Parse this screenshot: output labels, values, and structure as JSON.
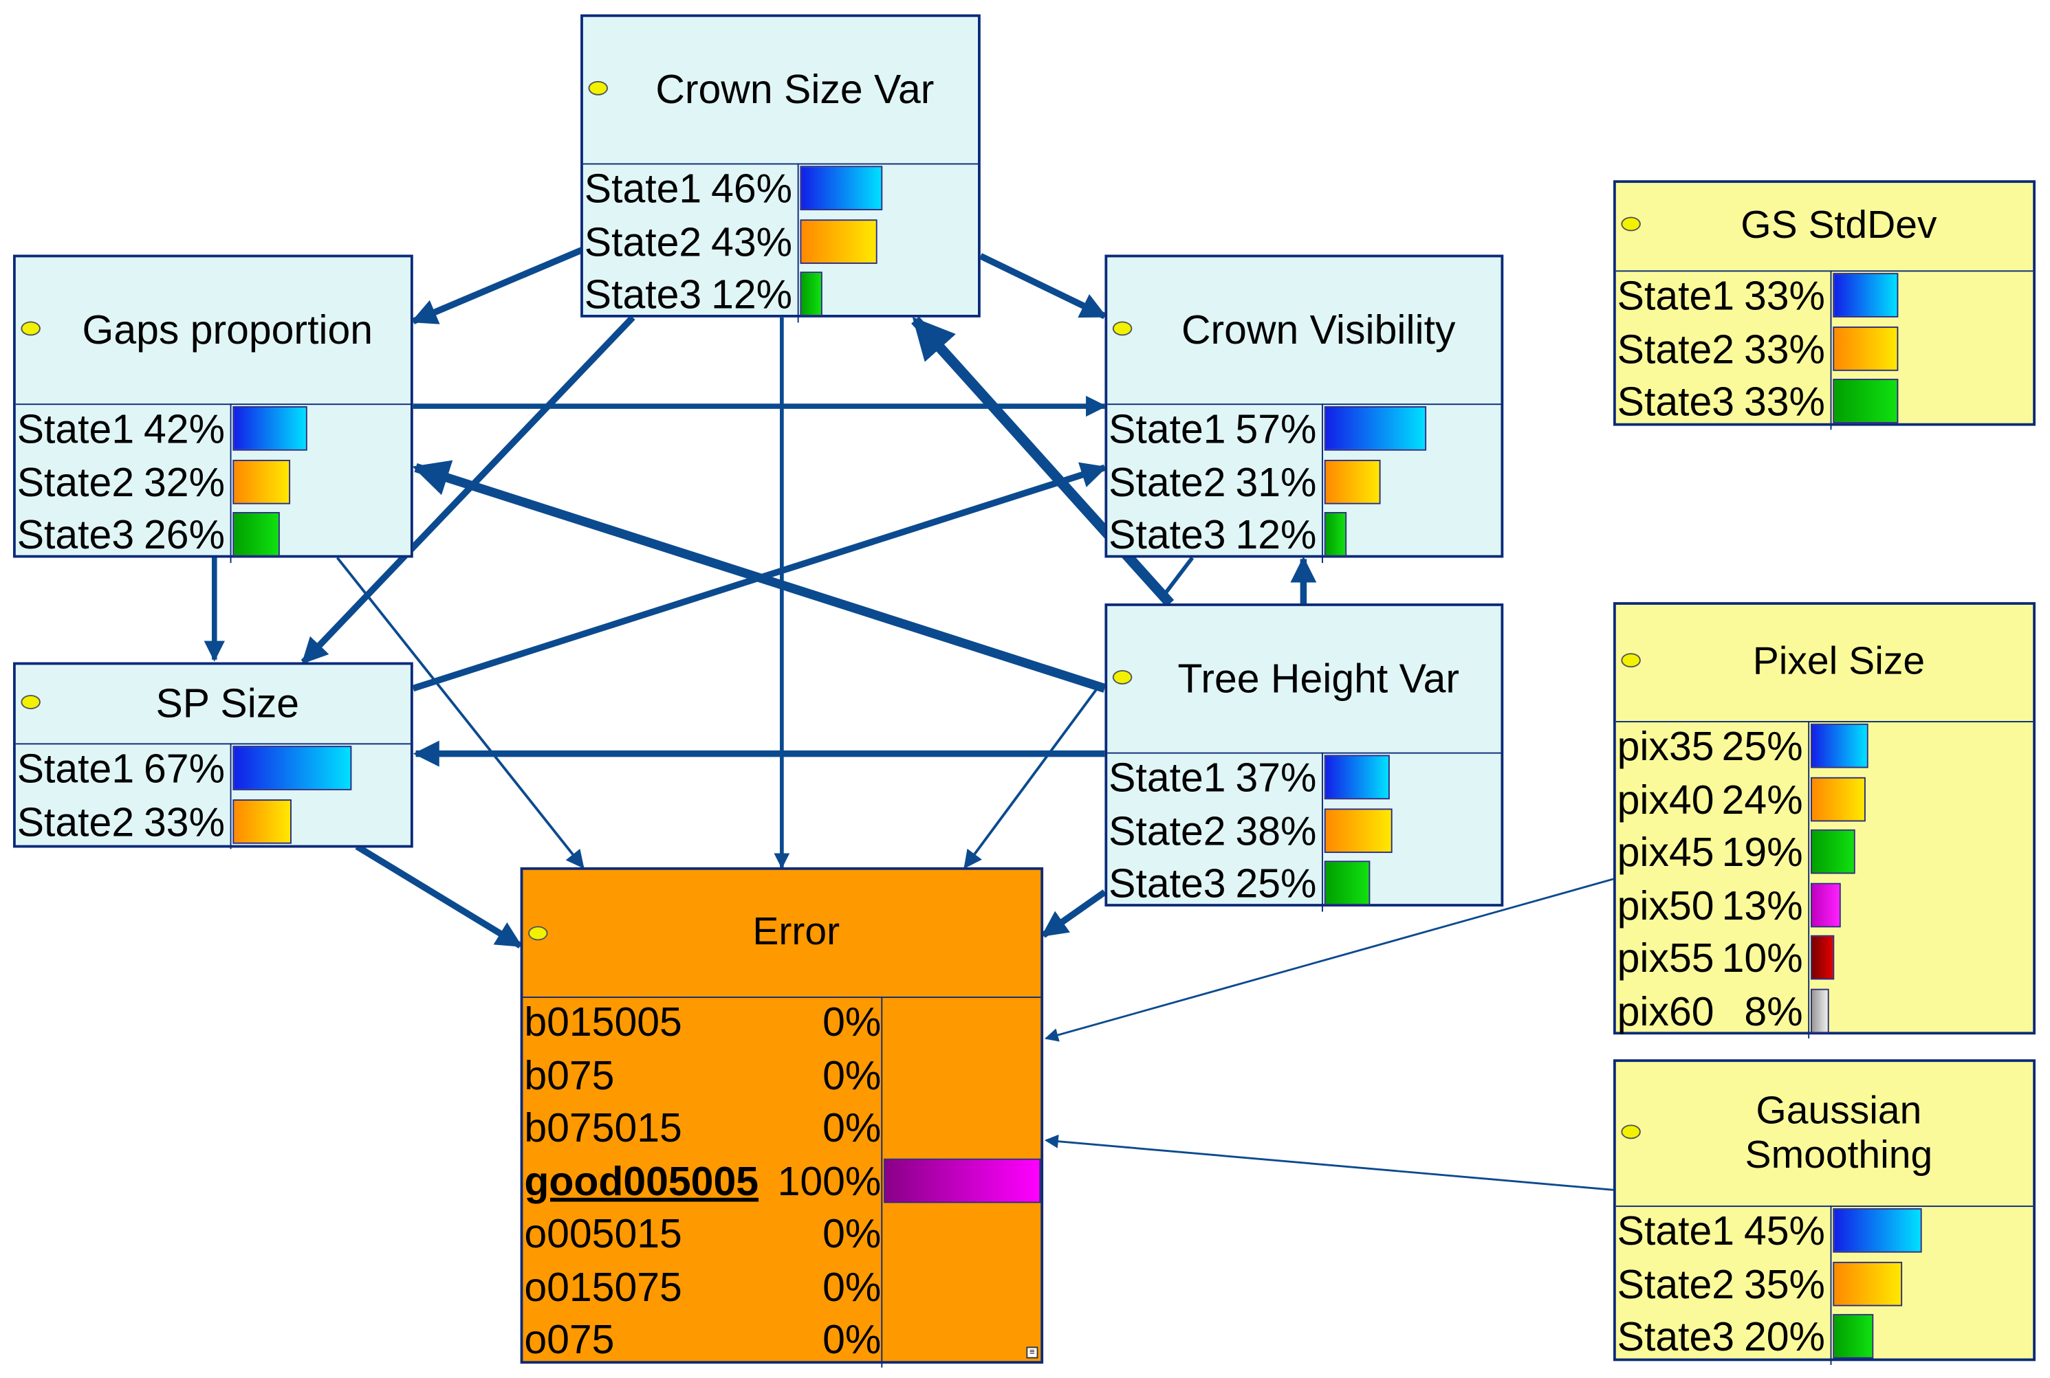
{
  "nodes": {
    "crown_size_var": {
      "title": "Crown Size Var",
      "states": [
        {
          "label": "State1",
          "pct": "46%",
          "value": 46,
          "color": "blue"
        },
        {
          "label": "State2",
          "pct": "43%",
          "value": 43,
          "color": "orange"
        },
        {
          "label": "State3",
          "pct": "12%",
          "value": 12,
          "color": "green"
        }
      ]
    },
    "gaps_proportion": {
      "title": "Gaps proportion",
      "states": [
        {
          "label": "State1",
          "pct": "42%",
          "value": 42,
          "color": "blue"
        },
        {
          "label": "State2",
          "pct": "32%",
          "value": 32,
          "color": "orange"
        },
        {
          "label": "State3",
          "pct": "26%",
          "value": 26,
          "color": "green"
        }
      ]
    },
    "crown_visibility": {
      "title": "Crown Visibility",
      "states": [
        {
          "label": "State1",
          "pct": "57%",
          "value": 57,
          "color": "blue"
        },
        {
          "label": "State2",
          "pct": "31%",
          "value": 31,
          "color": "orange"
        },
        {
          "label": "State3",
          "pct": "12%",
          "value": 12,
          "color": "green"
        }
      ]
    },
    "sp_size": {
      "title": "SP Size",
      "states": [
        {
          "label": "State1",
          "pct": "67%",
          "value": 67,
          "color": "blue"
        },
        {
          "label": "State2",
          "pct": "33%",
          "value": 33,
          "color": "orange"
        }
      ]
    },
    "tree_height_var": {
      "title": "Tree Height Var",
      "states": [
        {
          "label": "State1",
          "pct": "37%",
          "value": 37,
          "color": "blue"
        },
        {
          "label": "State2",
          "pct": "38%",
          "value": 38,
          "color": "orange"
        },
        {
          "label": "State3",
          "pct": "25%",
          "value": 25,
          "color": "green"
        }
      ]
    },
    "gs_stddev": {
      "title": "GS StdDev",
      "states": [
        {
          "label": "State1",
          "pct": "33%",
          "value": 33,
          "color": "blue"
        },
        {
          "label": "State2",
          "pct": "33%",
          "value": 33,
          "color": "orange"
        },
        {
          "label": "State3",
          "pct": "33%",
          "value": 33,
          "color": "green"
        }
      ]
    },
    "pixel_size": {
      "title": "Pixel Size",
      "states": [
        {
          "label": "pix35",
          "pct": "25%",
          "value": 25,
          "color": "blue"
        },
        {
          "label": "pix40",
          "pct": "24%",
          "value": 24,
          "color": "orange"
        },
        {
          "label": "pix45",
          "pct": "19%",
          "value": 19,
          "color": "green"
        },
        {
          "label": "pix50",
          "pct": "13%",
          "value": 13,
          "color": "magenta"
        },
        {
          "label": "pix55",
          "pct": "10%",
          "value": 10,
          "color": "darkred"
        },
        {
          "label": "pix60",
          "pct": "8%",
          "value": 8,
          "color": "gray"
        }
      ]
    },
    "gaussian_smoothing": {
      "title_line1": "Gaussian",
      "title_line2": "Smoothing",
      "states": [
        {
          "label": "State1",
          "pct": "45%",
          "value": 45,
          "color": "blue"
        },
        {
          "label": "State2",
          "pct": "35%",
          "value": 35,
          "color": "orange"
        },
        {
          "label": "State3",
          "pct": "20%",
          "value": 20,
          "color": "green"
        }
      ]
    },
    "error": {
      "title": "Error",
      "states": [
        {
          "label": "b015005",
          "pct": "0%",
          "value": 0,
          "color": "purple"
        },
        {
          "label": "b075",
          "pct": "0%",
          "value": 0,
          "color": "purple"
        },
        {
          "label": "b075015",
          "pct": "0%",
          "value": 0,
          "color": "purple"
        },
        {
          "label": "good005005",
          "pct": "100%",
          "value": 100,
          "color": "purple"
        },
        {
          "label": "o005015",
          "pct": "0%",
          "value": 0,
          "color": "purple"
        },
        {
          "label": "o015075",
          "pct": "0%",
          "value": 0,
          "color": "purple"
        },
        {
          "label": "o075",
          "pct": "0%",
          "value": 0,
          "color": "purple"
        }
      ]
    }
  },
  "edges": [
    {
      "from": "Crown Size Var",
      "to": "Gaps proportion"
    },
    {
      "from": "Crown Size Var",
      "to": "Crown Visibility"
    },
    {
      "from": "Crown Size Var",
      "to": "SP Size"
    },
    {
      "from": "Crown Size Var",
      "to": "Error"
    },
    {
      "from": "Gaps proportion",
      "to": "Crown Visibility"
    },
    {
      "from": "Gaps proportion",
      "to": "SP Size"
    },
    {
      "from": "Gaps proportion",
      "to": "Error"
    },
    {
      "from": "Tree Height Var",
      "to": "Gaps proportion"
    },
    {
      "from": "Tree Height Var",
      "to": "Crown Size Var"
    },
    {
      "from": "Tree Height Var",
      "to": "Crown Visibility"
    },
    {
      "from": "Tree Height Var",
      "to": "SP Size"
    },
    {
      "from": "Tree Height Var",
      "to": "Error"
    },
    {
      "from": "SP Size",
      "to": "Crown Visibility"
    },
    {
      "from": "SP Size",
      "to": "Error"
    },
    {
      "from": "Crown Visibility",
      "to": "Error"
    },
    {
      "from": "Pixel Size",
      "to": "Error"
    },
    {
      "from": "Gaussian Smoothing",
      "to": "Error"
    }
  ],
  "colors": {
    "edge": "#0b4a8f",
    "blue_node": "#e0f5f6",
    "yellow_node": "#fafa9a",
    "error_node": "#ff9900",
    "selected_state_bar": "#ff00ff"
  }
}
